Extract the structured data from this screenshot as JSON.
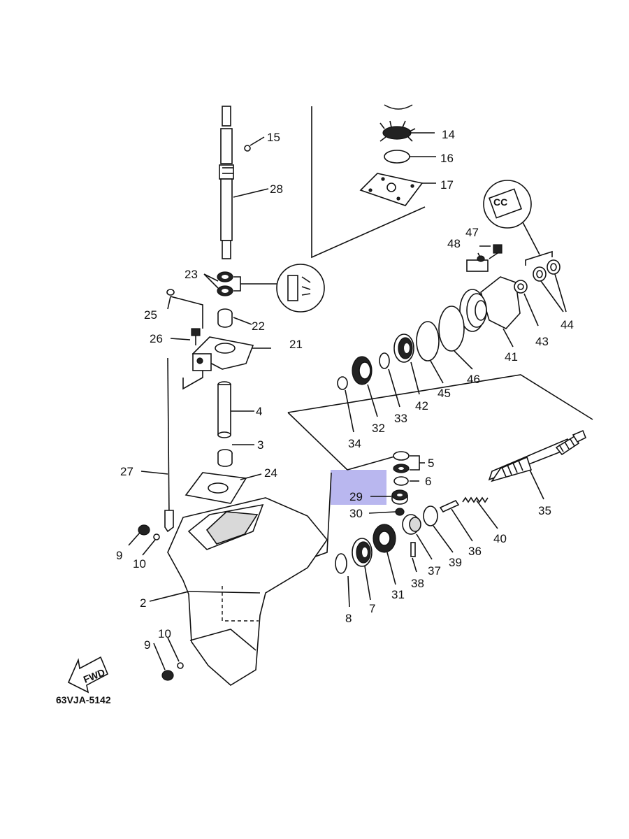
{
  "diagram": {
    "code": "63VJA-5142",
    "fwd_label": "FWD",
    "cc_label": "CC",
    "highlight_color": "#b9b7ef",
    "highlighted_part": "29",
    "part_labels": {
      "p2": "2",
      "p3": "3",
      "p4": "4",
      "p5": "5",
      "p6": "6",
      "p7": "7",
      "p8": "8",
      "p9a": "9",
      "p9b": "9",
      "p10a": "10",
      "p10b": "10",
      "p14": "14",
      "p15": "15",
      "p16": "16",
      "p17": "17",
      "p21": "21",
      "p22": "22",
      "p23": "23",
      "p24": "24",
      "p25": "25",
      "p26": "26",
      "p27": "27",
      "p28": "28",
      "p29": "29",
      "p30": "30",
      "p31": "31",
      "p32": "32",
      "p33": "33",
      "p34": "34",
      "p35": "35",
      "p36": "36",
      "p37": "37",
      "p38": "38",
      "p39": "39",
      "p40": "40",
      "p41": "41",
      "p42": "42",
      "p43": "43",
      "p44": "44",
      "p45": "45",
      "p46": "46",
      "p47": "47",
      "p48": "48"
    }
  }
}
